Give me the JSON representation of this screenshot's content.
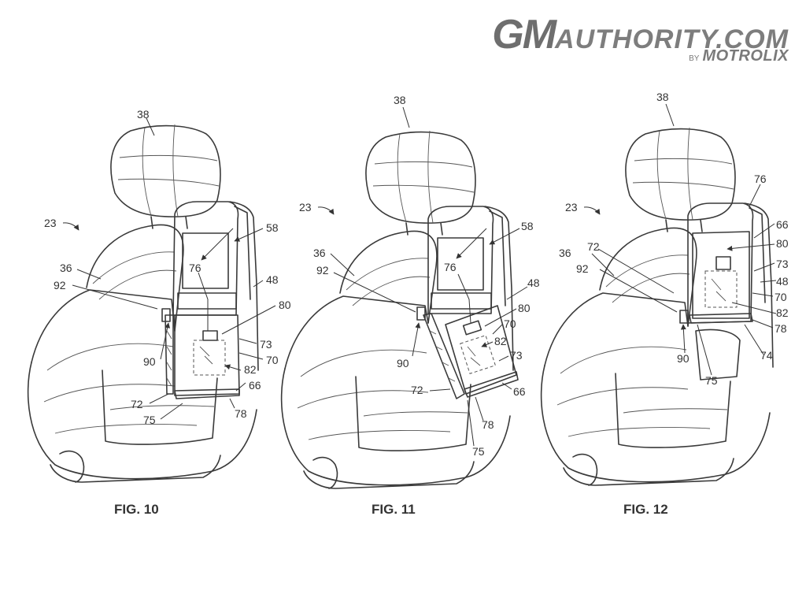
{
  "logo": {
    "gm": "GM",
    "rest": "AUTHORITY.COM",
    "by": "BY",
    "brand": "MOTROLIX"
  },
  "figures": [
    {
      "caption": "FIG. 10",
      "labels": {
        "l38": "38",
        "l23": "23",
        "l36": "36",
        "l92": "92",
        "l58": "58",
        "l76": "76",
        "l48": "48",
        "l80": "80",
        "l73": "73",
        "l70": "70",
        "l90": "90",
        "l82": "82",
        "l66": "66",
        "l72": "72",
        "l75": "75",
        "l78": "78"
      }
    },
    {
      "caption": "FIG. 11",
      "labels": {
        "l38": "38",
        "l23": "23",
        "l36": "36",
        "l92": "92",
        "l58": "58",
        "l76": "76",
        "l48": "48",
        "l80": "80",
        "l70": "70",
        "l82": "82",
        "l73": "73",
        "l90": "90",
        "l72": "72",
        "l66": "66",
        "l78": "78",
        "l75": "75"
      }
    },
    {
      "caption": "FIG. 12",
      "labels": {
        "l38": "38",
        "l76": "76",
        "l23": "23",
        "l66": "66",
        "l72": "72",
        "l36": "36",
        "l80": "80",
        "l92": "92",
        "l73": "73",
        "l48": "48",
        "l70": "70",
        "l82": "82",
        "l78": "78",
        "l90": "90",
        "l74": "74",
        "l75": "75"
      }
    }
  ]
}
